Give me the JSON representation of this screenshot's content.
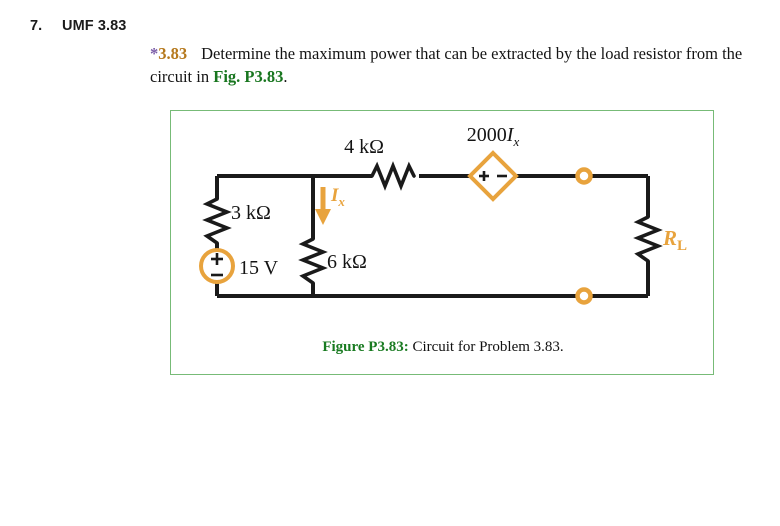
{
  "header": {
    "number": "7.",
    "title": "UMF 3.83"
  },
  "problem": {
    "star": "*",
    "number": "3.83",
    "text_before_ref": "Determine the maximum power that can be extracted by the load resistor from the circuit in ",
    "figure_ref": "Fig. P3.83",
    "text_after_ref": "."
  },
  "figure": {
    "caption_label": "Figure P3.83:",
    "caption_text": " Circuit for Problem 3.83.",
    "border_color": "#77bb77"
  },
  "circuit": {
    "title": "Circuit for Problem 3.83",
    "wire_color": "#1a1a1a",
    "accent_color": "#E8A33D",
    "label_color": "#141414",
    "components": {
      "source_voltage": {
        "label": "15 V",
        "plus": "+",
        "minus": "−",
        "type": "independent-voltage-source"
      },
      "resistor_r3": {
        "label": "3 kΩ",
        "value": "3",
        "unit": "kΩ"
      },
      "resistor_r6": {
        "label": "6 kΩ",
        "value": "6",
        "unit": "kΩ"
      },
      "resistor_r4": {
        "label": "4 kΩ",
        "value": "4",
        "unit": "kΩ"
      },
      "load_resistor": {
        "label_main": "R",
        "label_sub": "L"
      },
      "dependent_source": {
        "label_main": "2000",
        "label_italic": "I",
        "label_sub": "x",
        "plus": "+",
        "minus": "−",
        "type": "dependent-voltage-source"
      },
      "current_arrow": {
        "label_italic": "I",
        "label_sub": "x",
        "direction": "down"
      }
    },
    "terminals": [
      {
        "name": "top-terminal"
      },
      {
        "name": "bottom-terminal"
      }
    ]
  }
}
